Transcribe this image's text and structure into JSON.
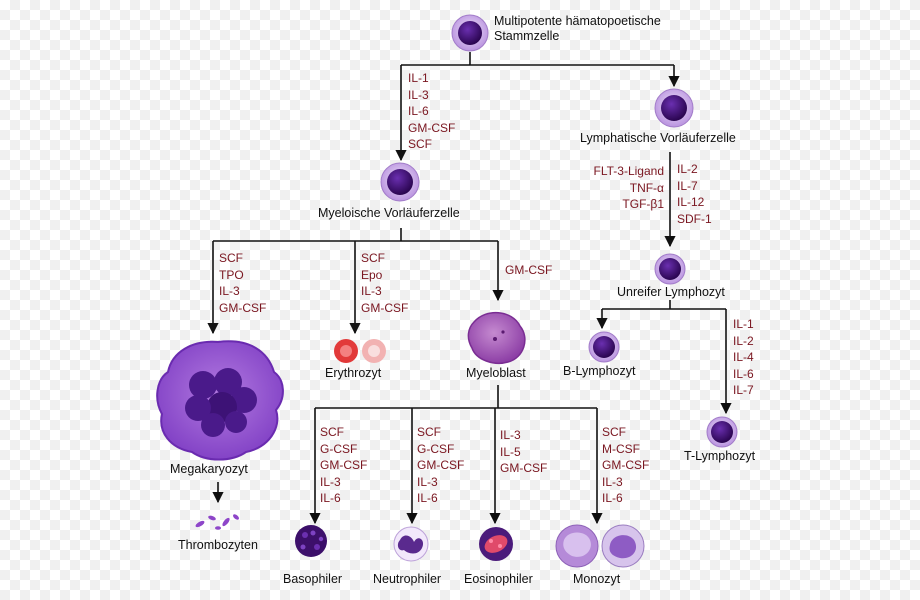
{
  "colors": {
    "line": "#111111",
    "factor_text": "#7a1620",
    "label_text": "#111111",
    "cell_membrane": "#c7a4e6",
    "cell_nucleus": "#3b0a6b",
    "megakaryocyte": "#9b59d0",
    "erythrocyte": "#e23a3a",
    "myeloblast": "#a85ab8"
  },
  "nodes": {
    "hsc": {
      "label_line1": "Multipotente hämatopoetische",
      "label_line2": "Stammzelle"
    },
    "myeloid_progenitor": {
      "label": "Myeloische Vorläuferzelle"
    },
    "lymphoid_progenitor": {
      "label": "Lymphatische Vorläuferzelle"
    },
    "megakaryocyte": {
      "label": "Megakaryozyt"
    },
    "thrombocytes": {
      "label": "Thrombozyten"
    },
    "erythrocyte": {
      "label": "Erythrozyt"
    },
    "myeloblast": {
      "label": "Myeloblast"
    },
    "basophil": {
      "label": "Basophiler"
    },
    "neutrophil": {
      "label": "Neutrophiler"
    },
    "eosinophil": {
      "label": "Eosinophiler"
    },
    "monocyte": {
      "label": "Monozyt"
    },
    "immature_lymphocyte": {
      "label": "Unreifer Lymphozyt"
    },
    "b_lymphocyte": {
      "label": "B-Lymphozyt"
    },
    "t_lymphocyte": {
      "label": "T-Lymphozyt"
    }
  },
  "factors": {
    "hsc_to_myeloid": [
      "IL-1",
      "IL-3",
      "IL-6",
      "GM-CSF",
      "SCF"
    ],
    "myeloid_to_megakaryocyte": [
      "SCF",
      "TPO",
      "IL-3",
      "GM-CSF"
    ],
    "myeloid_to_erythrocyte": [
      "SCF",
      "Epo",
      "IL-3",
      "GM-CSF"
    ],
    "myeloid_to_myeloblast": [
      "GM-CSF"
    ],
    "lymphoid_left": [
      "FLT-3-Ligand",
      "TNF-α",
      "TGF-β1"
    ],
    "lymphoid_right": [
      "IL-2",
      "IL-7",
      "IL-12",
      "SDF-1"
    ],
    "to_t_lymphocyte": [
      "IL-1",
      "IL-2",
      "IL-4",
      "IL-6",
      "IL-7"
    ],
    "to_basophil": [
      "SCF",
      "G-CSF",
      "GM-CSF",
      "IL-3",
      "IL-6"
    ],
    "to_neutrophil": [
      "SCF",
      "G-CSF",
      "GM-CSF",
      "IL-3",
      "IL-6"
    ],
    "to_eosinophil": [
      "IL-3",
      "IL-5",
      "GM-CSF"
    ],
    "to_monocyte": [
      "SCF",
      "M-CSF",
      "GM-CSF",
      "IL-3",
      "IL-6"
    ]
  }
}
